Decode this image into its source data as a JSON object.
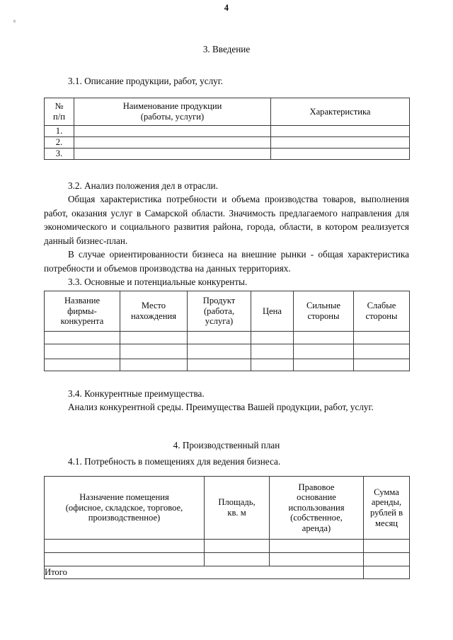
{
  "document": {
    "page_number": "4",
    "language": "ru"
  },
  "section3": {
    "heading": "3. Введение",
    "sub31": "3.1. Описание продукции, работ, услуг.",
    "sub32": "3.2. Анализ положения дел в отрасли.",
    "para32_1": "Общая характеристика потребности и объема производства товаров, выполнения работ, оказания услуг в Самарской области. Значимость предлагаемого направления для экономического и социального развития района, города, области, в котором реализуется данный бизнес-план.",
    "para32_2": "В случае ориентированности бизнеса на внешние рынки - общая характеристика потребности и объемов производства на данных территориях.",
    "sub33": "3.3. Основные и потенциальные конкуренты.",
    "sub34": "3.4. Конкурентные преимущества.",
    "para34": "Анализ конкурентной среды. Преимущества Вашей продукции, работ, услуг."
  },
  "section4": {
    "heading": "4. Производственный план",
    "sub41": "4.1. Потребность в помещениях для ведения бизнеса."
  },
  "table_products": {
    "headers": [
      "№\nп/п",
      "Наименование продукции\n(работы, услуги)",
      "Характеристика"
    ],
    "header_col1_line1": "№",
    "header_col1_line2": "п/п",
    "header_col2_line1": "Наименование продукции",
    "header_col2_line2": "(работы, услуги)",
    "header_col3": "Характеристика",
    "rows": [
      {
        "num": "1.",
        "name": "",
        "characteristic": ""
      },
      {
        "num": "2.",
        "name": "",
        "characteristic": ""
      },
      {
        "num": "3.",
        "name": "",
        "characteristic": ""
      }
    ]
  },
  "table_competitors": {
    "header_c1_l1": "Название",
    "header_c1_l2": "фирмы-",
    "header_c1_l3": "конкурента",
    "header_c2_l1": "Место",
    "header_c2_l2": "нахождения",
    "header_c3_l1": "Продукт",
    "header_c3_l2": "(работа,",
    "header_c3_l3": "услуга)",
    "header_c4": "Цена",
    "header_c5_l1": "Сильные",
    "header_c5_l2": "стороны",
    "header_c6_l1": "Слабые",
    "header_c6_l2": "стороны",
    "rows": [
      {
        "name": "",
        "location": "",
        "product": "",
        "price": "",
        "strengths": "",
        "weaknesses": ""
      },
      {
        "name": "",
        "location": "",
        "product": "",
        "price": "",
        "strengths": "",
        "weaknesses": ""
      },
      {
        "name": "",
        "location": "",
        "product": "",
        "price": "",
        "strengths": "",
        "weaknesses": ""
      }
    ]
  },
  "table_premises": {
    "header_c1_l1": "Назначение помещения",
    "header_c1_l2": "(офисное, складское, торговое,",
    "header_c1_l3": "производственное)",
    "header_c2_l1": "Площадь,",
    "header_c2_l2": "кв. м",
    "header_c3_l1": "Правовое",
    "header_c3_l2": "основание",
    "header_c3_l3": "использования",
    "header_c3_l4": "(собственное,",
    "header_c3_l5": "аренда)",
    "header_c4_l1": "Сумма",
    "header_c4_l2": "аренды,",
    "header_c4_l3": "рублей в",
    "header_c4_l4": "месяц",
    "rows": [
      {
        "purpose": "",
        "area": "",
        "legal_basis": "",
        "rent_sum": ""
      },
      {
        "purpose": "",
        "area": "",
        "legal_basis": "",
        "rent_sum": ""
      }
    ],
    "total_label": "Итого",
    "total_value": ""
  }
}
